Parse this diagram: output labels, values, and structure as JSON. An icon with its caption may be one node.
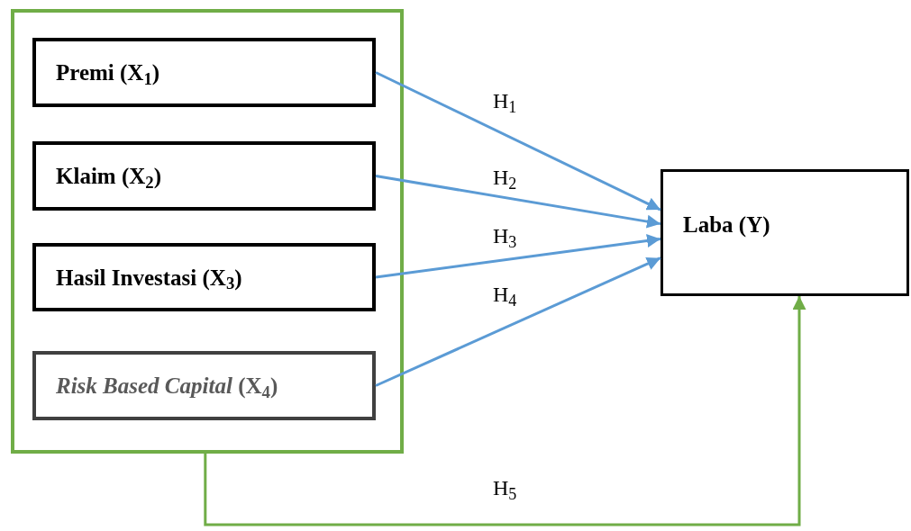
{
  "diagram": {
    "nodes": [
      {
        "text": [],
        "shape": "box"
      },
      {
        "text": [
          "Premi (X$_{1}$)"
        ],
        "in": 0
      },
      {
        "text": [
          "Klaim (X$_{2}$)"
        ],
        "in": 0
      },
      {
        "text": [
          "Hasil Investasi (X$_{3}$)"
        ],
        "in": 0
      },
      {
        "text": [
          "*Risk Based Capital* (X$_{4}$)"
        ],
        "in": 0
      },
      {
        "text": [
          "Laba (Y)"
        ]
      }
    ],
    "edges": [
      {
        "from": 1,
        "to": 5,
        "arrow": "to",
        "label": "H$_{1}$"
      },
      {
        "from": 2,
        "to": 5,
        "arrow": "to",
        "label": "H$_{2}$"
      },
      {
        "from": 3,
        "to": 5,
        "arrow": "to",
        "label": "H$_{3}$"
      },
      {
        "from": 4,
        "to": 5,
        "arrow": "to",
        "label": "H$_{4}$"
      },
      {
        "from": 0,
        "to": 5,
        "arrow": "to",
        "label": "H$_{5}$",
        "color": "#70ad47"
      }
    ]
  }
}
